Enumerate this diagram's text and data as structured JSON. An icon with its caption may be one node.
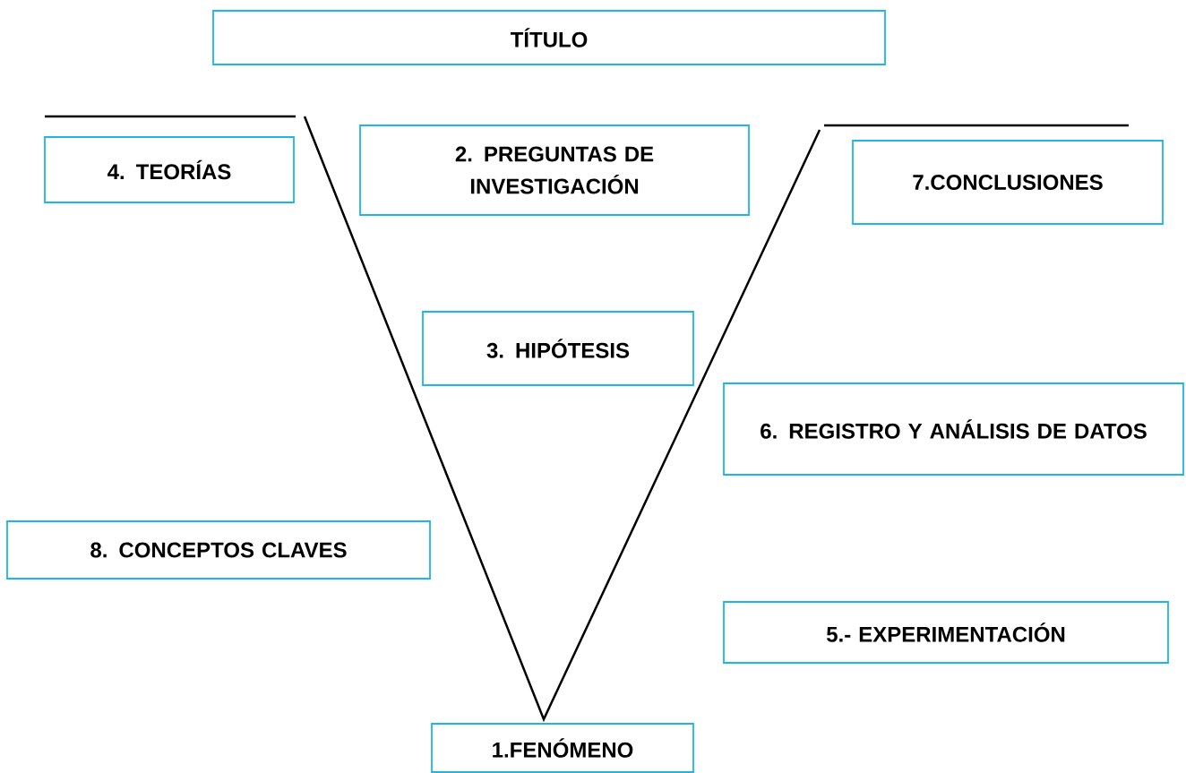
{
  "diagram": {
    "nodes": [
      {
        "text": [
          "TÍTULO"
        ]
      },
      {
        "text": [
          "4. TEORÍAS"
        ]
      },
      {
        "text": [
          "2. PREGUNTAS DE INVESTIGACIÓN"
        ]
      },
      {
        "text": [
          "7.CONCLUSIONES"
        ]
      },
      {
        "text": [
          "3. HIPÓTESIS"
        ]
      },
      {
        "text": [
          "6. REGISTRO Y ANÁLISIS DE DATOS"
        ]
      },
      {
        "text": [
          "8. CONCEPTOS CLAVES"
        ]
      },
      {
        "text": [
          "5.- EXPERIMENTACIÓN"
        ]
      },
      {
        "text": [
          "1.FENÓMENO"
        ]
      }
    ]
  }
}
